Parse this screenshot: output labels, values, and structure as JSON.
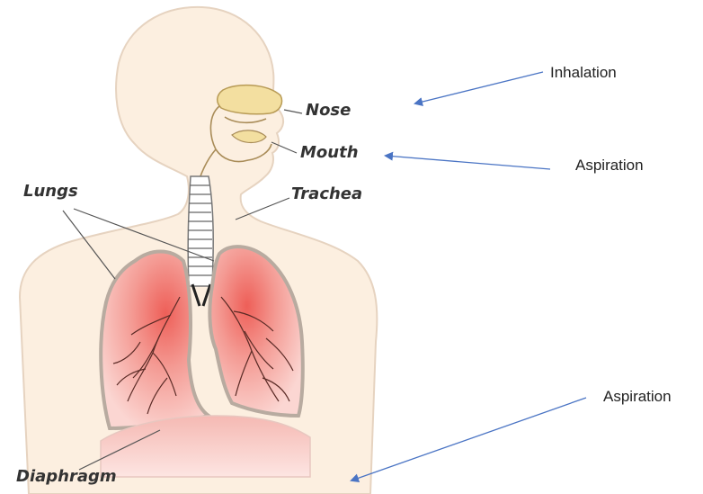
{
  "diagram": {
    "organs": {
      "nose": "Nose",
      "mouth": "Mouth",
      "trachea": "Trachea",
      "lungs": "Lungs",
      "diaphragm": "Diaphragm"
    },
    "annotations": {
      "inhalation": "Inhalation",
      "aspiration_mouth": "Aspiration",
      "aspiration_diaphragm": "Aspiration"
    },
    "colors": {
      "skin": "#fcefe0",
      "skin_outline": "#e6d3c0",
      "lung_fill": "#f6b7b2",
      "lung_core": "#ef6b64",
      "lung_outline": "#b8aba0",
      "airway": "#f3dfa0",
      "diaphragm": "#f2a6a0",
      "arrow": "#4a74c4",
      "leader_line": "#555555"
    }
  }
}
